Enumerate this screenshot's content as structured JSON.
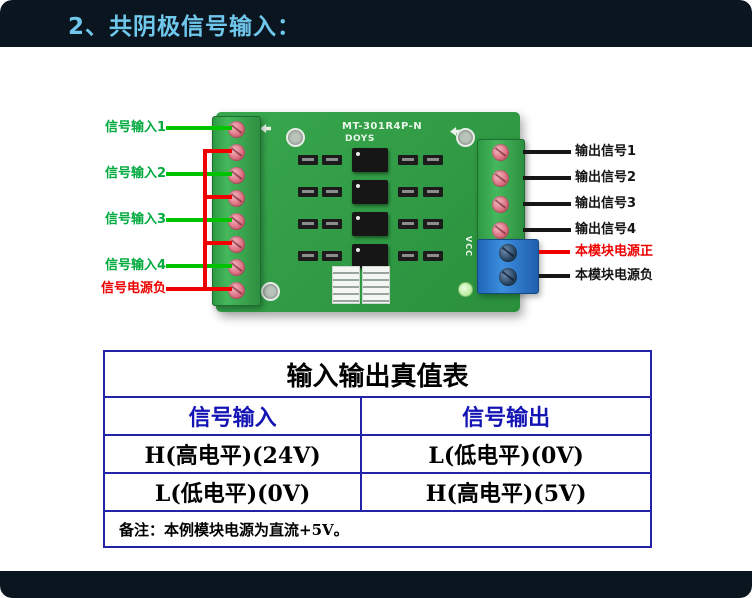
{
  "header": {
    "title": "2、共阴极信号输入："
  },
  "pcb": {
    "model": "MT-301R4P-N",
    "brand": "DOYS",
    "vcc_label": "VCC",
    "left_labels": [
      {
        "text": "信号输入1",
        "color": "green"
      },
      {
        "text": "信号输入2",
        "color": "green"
      },
      {
        "text": "信号输入3",
        "color": "green"
      },
      {
        "text": "信号输入4",
        "color": "green"
      },
      {
        "text": "信号电源负",
        "color": "red"
      }
    ],
    "right_labels": [
      {
        "text": "输出信号1",
        "color": "black"
      },
      {
        "text": "输出信号2",
        "color": "black"
      },
      {
        "text": "输出信号3",
        "color": "black"
      },
      {
        "text": "输出信号4",
        "color": "black"
      },
      {
        "text": "本模块电源正",
        "color": "red"
      },
      {
        "text": "本模块电源负",
        "color": "black"
      }
    ]
  },
  "table": {
    "title": "输入输出真值表",
    "headers": [
      "信号输入",
      "信号输出"
    ],
    "rows": [
      [
        "H(高电平)(24V)",
        "L(低电平)(0V)"
      ],
      [
        "L(低电平)(0V)",
        "H(高电平)(5V)"
      ]
    ],
    "note": "备注：本例模块电源为直流+5V。"
  },
  "colors": {
    "bar": "#0a1520",
    "header_text": "#6fc7ec",
    "board_green": "#2f9c43",
    "terminal_blue": "#2f7fd0",
    "wire_green": "#00c300",
    "wire_red": "#f10000",
    "wire_black": "#161616",
    "table_border": "#2323aa",
    "table_header_text": "#1414b4"
  }
}
